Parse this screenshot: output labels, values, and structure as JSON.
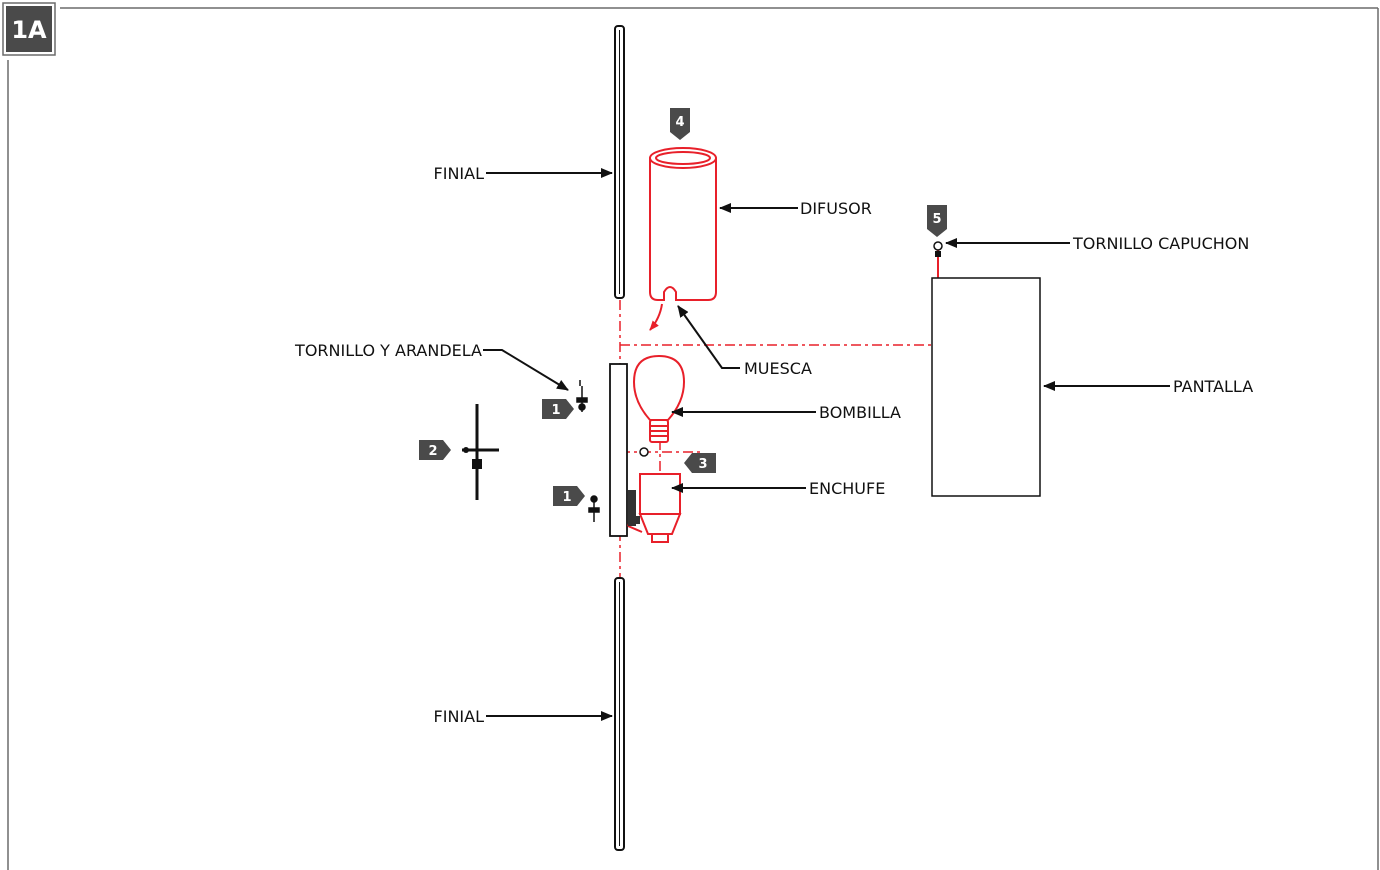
{
  "figure_id": "1A",
  "colors": {
    "ink": "#111111",
    "accent_red": "#e8202a",
    "badge": "#4a4a4a",
    "frame": "#6b6b6b"
  },
  "labels": {
    "finial_top": "FINIAL",
    "finial_bottom": "FINIAL",
    "difusor": "DIFUSOR",
    "tornillo_capuchon": "TORNILLO CAPUCHON",
    "tornillo_arandela": "TORNILLO Y ARANDELA",
    "muesca": "MUESCA",
    "pantalla": "PANTALLA",
    "bombilla": "BOMBILLA",
    "enchufe": "ENCHUFE"
  },
  "steps": {
    "step_1_top": "1",
    "step_1_bottom": "1",
    "step_2": "2",
    "step_3": "3",
    "step_4": "4",
    "step_5": "5"
  }
}
